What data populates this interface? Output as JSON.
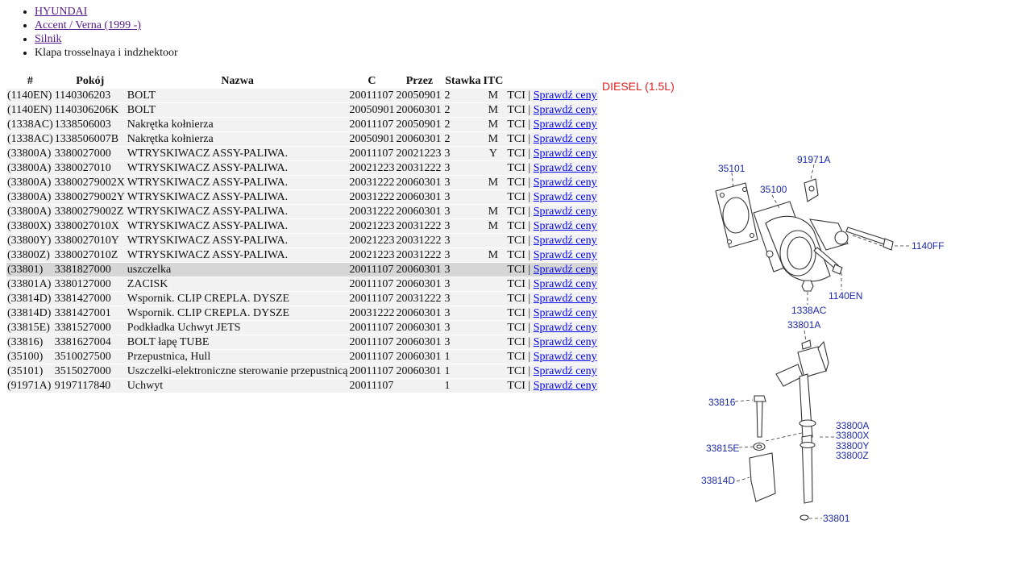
{
  "breadcrumb": {
    "items": [
      {
        "label": "HYUNDAI",
        "link": true
      },
      {
        "label": "Accent / Verna (1999 -)",
        "link": true
      },
      {
        "label": "Silnik",
        "link": true
      },
      {
        "label": "Klapa trosselnaya i indzhektoor",
        "link": false
      }
    ]
  },
  "table": {
    "headers": [
      "#",
      "Pokój",
      "Nazwa",
      "C",
      "Przez",
      "Stawka",
      "ITC"
    ],
    "link_label": "Sprawdź ceny",
    "rows": [
      {
        "ref": "(1140EN)",
        "part": "1140306203",
        "name": "BOLT",
        "from": "20011107",
        "to": "20050901",
        "qty": "2",
        "itc": "M",
        "tci": "TCI",
        "highlight": false
      },
      {
        "ref": "(1140EN)",
        "part": "1140306206K",
        "name": "BOLT",
        "from": "20050901",
        "to": "20060301",
        "qty": "2",
        "itc": "M",
        "tci": "TCI",
        "highlight": false
      },
      {
        "ref": "(1338AC)",
        "part": "1338506003",
        "name": "Nakrętka kołnierza",
        "from": "20011107",
        "to": "20050901",
        "qty": "2",
        "itc": "M",
        "tci": "TCI",
        "highlight": false
      },
      {
        "ref": "(1338AC)",
        "part": "1338506007B",
        "name": "Nakrętka kołnierza",
        "from": "20050901",
        "to": "20060301",
        "qty": "2",
        "itc": "M",
        "tci": "TCI",
        "highlight": false
      },
      {
        "ref": "(33800A)",
        "part": "3380027000",
        "name": "WTRYSKIWACZ ASSY-PALIWA.",
        "from": "20011107",
        "to": "20021223",
        "qty": "3",
        "itc": "Y",
        "tci": "TCI",
        "highlight": false
      },
      {
        "ref": "(33800A)",
        "part": "3380027010",
        "name": "WTRYSKIWACZ ASSY-PALIWA.",
        "from": "20021223",
        "to": "20031222",
        "qty": "3",
        "itc": "",
        "tci": "TCI",
        "highlight": false
      },
      {
        "ref": "(33800A)",
        "part": "33800279002X",
        "name": "WTRYSKIWACZ ASSY-PALIWA.",
        "from": "20031222",
        "to": "20060301",
        "qty": "3",
        "itc": "M",
        "tci": "TCI",
        "highlight": false
      },
      {
        "ref": "(33800A)",
        "part": "33800279002Y",
        "name": "WTRYSKIWACZ ASSY-PALIWA.",
        "from": "20031222",
        "to": "20060301",
        "qty": "3",
        "itc": "",
        "tci": "TCI",
        "highlight": false
      },
      {
        "ref": "(33800A)",
        "part": "33800279002Z",
        "name": "WTRYSKIWACZ ASSY-PALIWA.",
        "from": "20031222",
        "to": "20060301",
        "qty": "3",
        "itc": "M",
        "tci": "TCI",
        "highlight": false
      },
      {
        "ref": "(33800X)",
        "part": "3380027010X",
        "name": "WTRYSKIWACZ ASSY-PALIWA.",
        "from": "20021223",
        "to": "20031222",
        "qty": "3",
        "itc": "M",
        "tci": "TCI",
        "highlight": false
      },
      {
        "ref": "(33800Y)",
        "part": "3380027010Y",
        "name": "WTRYSKIWACZ ASSY-PALIWA.",
        "from": "20021223",
        "to": "20031222",
        "qty": "3",
        "itc": "",
        "tci": "TCI",
        "highlight": false
      },
      {
        "ref": "(33800Z)",
        "part": "3380027010Z",
        "name": "WTRYSKIWACZ ASSY-PALIWA.",
        "from": "20021223",
        "to": "20031222",
        "qty": "3",
        "itc": "M",
        "tci": "TCI",
        "highlight": false
      },
      {
        "ref": "(33801)",
        "part": "3381827000",
        "name": "uszczelka",
        "from": "20011107",
        "to": "20060301",
        "qty": "3",
        "itc": "",
        "tci": "TCI",
        "highlight": true
      },
      {
        "ref": "(33801A)",
        "part": "3380127000",
        "name": "ZACISK",
        "from": "20011107",
        "to": "20060301",
        "qty": "3",
        "itc": "",
        "tci": "TCI",
        "highlight": false
      },
      {
        "ref": "(33814D)",
        "part": "3381427000",
        "name": "Wspornik. CLIP CREPLA. DYSZE",
        "from": "20011107",
        "to": "20031222",
        "qty": "3",
        "itc": "",
        "tci": "TCI",
        "highlight": false
      },
      {
        "ref": "(33814D)",
        "part": "3381427001",
        "name": "Wspornik. CLIP CREPLA. DYSZE",
        "from": "20031222",
        "to": "20060301",
        "qty": "3",
        "itc": "",
        "tci": "TCI",
        "highlight": false
      },
      {
        "ref": "(33815E)",
        "part": "3381527000",
        "name": "Podkładka Uchwyt JETS",
        "from": "20011107",
        "to": "20060301",
        "qty": "3",
        "itc": "",
        "tci": "TCI",
        "highlight": false
      },
      {
        "ref": "(33816)",
        "part": "3381627004",
        "name": "BOLT łapę TUBE",
        "from": "20011107",
        "to": "20060301",
        "qty": "3",
        "itc": "",
        "tci": "TCI",
        "highlight": false
      },
      {
        "ref": "(35100)",
        "part": "3510027500",
        "name": "Przepustnica, Hull",
        "from": "20011107",
        "to": "20060301",
        "qty": "1",
        "itc": "",
        "tci": "TCI",
        "highlight": false
      },
      {
        "ref": "(35101)",
        "part": "3515027000",
        "name": "Uszczelki-elektroniczne sterowanie przepustnicą",
        "from": "20011107",
        "to": "20060301",
        "qty": "1",
        "itc": "",
        "tci": "TCI",
        "highlight": false
      },
      {
        "ref": "(91971A)",
        "part": "9197117840",
        "name": "Uchwyt",
        "from": "20011107",
        "to": "",
        "qty": "1",
        "itc": "",
        "tci": "TCI",
        "highlight": false
      }
    ]
  },
  "diagram": {
    "title": "DIESEL (1.5L)",
    "callouts": {
      "c35101": "35101",
      "c91971A": "91971A",
      "c35100": "35100",
      "c1140FF": "1140FF",
      "c1140EN": "1140EN",
      "c1338AC": "1338AC",
      "c33801A": "33801A",
      "c33816": "33816",
      "c33800A": "33800A",
      "c33800X": "33800X",
      "c33800Y": "33800Y",
      "c33800Z": "33800Z",
      "c33815E": "33815E",
      "c33814D": "33814D",
      "c33801": "33801"
    }
  },
  "colors": {
    "title_red": "#e01f1f",
    "callout_blue": "#1c2aa8",
    "row_bg": "#f2f2f2",
    "row_highlight": "#d6d6d6",
    "link": "#0000ee",
    "visited_link": "#551a8b"
  }
}
